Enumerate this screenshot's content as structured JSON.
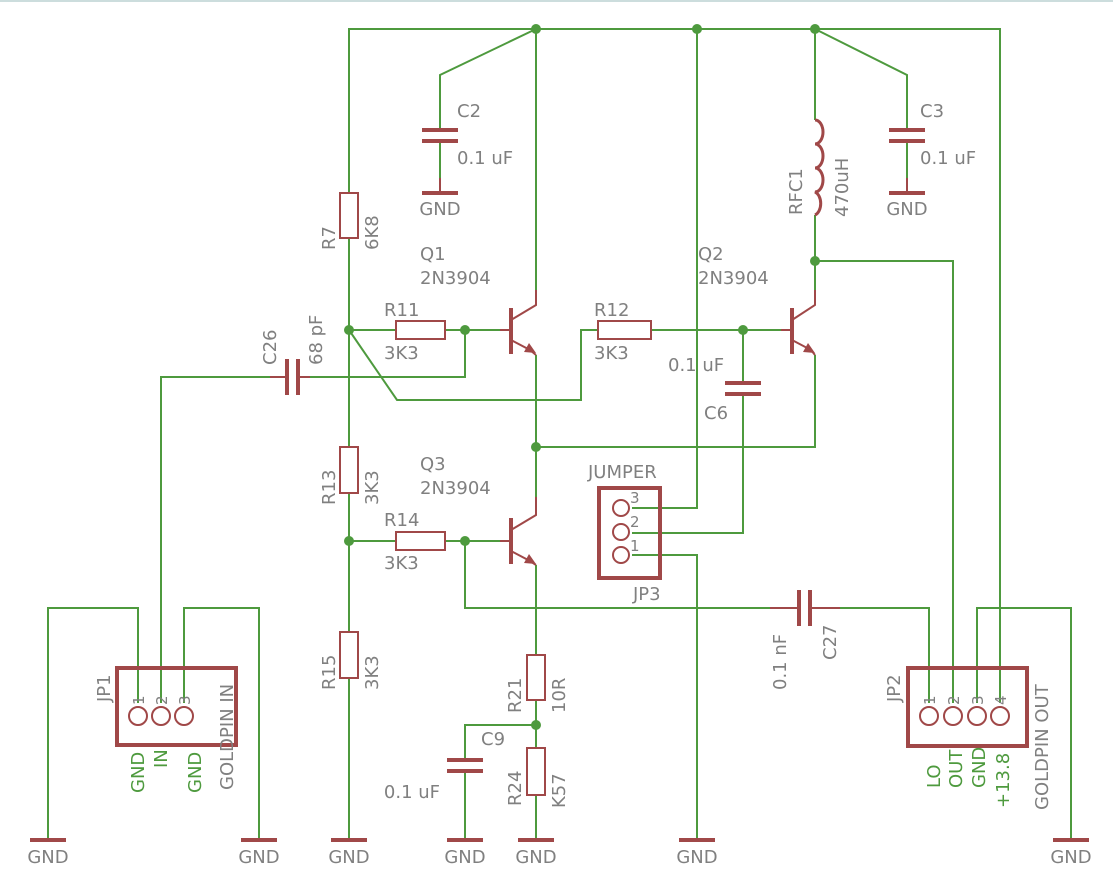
{
  "colors": {
    "wire": "#4e9a3e",
    "component": "#a04848",
    "text": "#808080",
    "net_label": "#4e9a3e"
  },
  "gnd": "GND",
  "components": {
    "C2": {
      "name": "C2",
      "value": "0.1 uF"
    },
    "C3": {
      "name": "C3",
      "value": "0.1 uF"
    },
    "R7": {
      "name": "R7",
      "value": "6K8"
    },
    "RFC1": {
      "name": "RFC1",
      "value": "470uH"
    },
    "Q1": {
      "name": "Q1",
      "value": "2N3904"
    },
    "Q2": {
      "name": "Q2",
      "value": "2N3904"
    },
    "Q3": {
      "name": "Q3",
      "value": "2N3904"
    },
    "R11": {
      "name": "R11",
      "value": "3K3"
    },
    "R12": {
      "name": "R12",
      "value": "3K3"
    },
    "C26": {
      "name": "C26",
      "value": "68 pF"
    },
    "C6": {
      "name": "C6",
      "value": "0.1 uF"
    },
    "R13": {
      "name": "R13",
      "value": "3K3"
    },
    "R14": {
      "name": "R14",
      "value": "3K3"
    },
    "R15": {
      "name": "R15",
      "value": "3K3"
    },
    "R21": {
      "name": "R21",
      "value": "10R"
    },
    "R24": {
      "name": "R24",
      "value": "K57"
    },
    "C9": {
      "name": "C9",
      "value": "0.1 uF"
    },
    "C27": {
      "name": "C27",
      "value": "0.1 nF"
    },
    "JP3": {
      "name": "JP3",
      "value": "JUMPER",
      "pins": [
        "1",
        "2",
        "3"
      ]
    },
    "JP1": {
      "name": "JP1",
      "value": "GOLDPIN IN",
      "pins": [
        "1",
        "2",
        "3"
      ],
      "nets": [
        "GND",
        "IN",
        "GND"
      ]
    },
    "JP2": {
      "name": "JP2",
      "value": "GOLDPIN OUT",
      "pins": [
        "1",
        "2",
        "3",
        "4"
      ],
      "nets": [
        "LO",
        "OUT",
        "GND",
        "+13.8"
      ]
    }
  }
}
